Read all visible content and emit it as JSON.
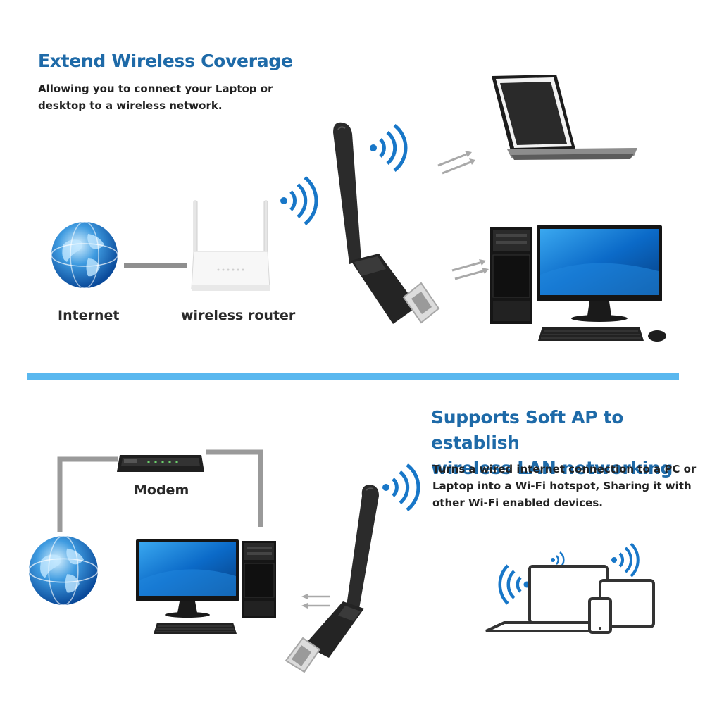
{
  "top": {
    "title": "Extend Wireless Coverage",
    "subtitle_line1": "Allowing you to connect your Laptop or",
    "subtitle_line2": "desktop to a wireless network.",
    "label_internet": "Internet",
    "label_router": "wireless router"
  },
  "bottom": {
    "title_line1": "Supports Soft AP to establish",
    "title_line2": "wireless LAN networking",
    "desc_line1": "Turns a wired internet connection to a PC or",
    "desc_line2": "Laptop into a Wi-Fi hotspot, Sharing it with",
    "desc_line3": "other Wi-Fi enabled devices.",
    "label_modem": "Modem"
  },
  "colors": {
    "accent_blue": "#1e6aa8",
    "divider": "#5ab8ef",
    "wifi_blue": "#1877c8"
  }
}
